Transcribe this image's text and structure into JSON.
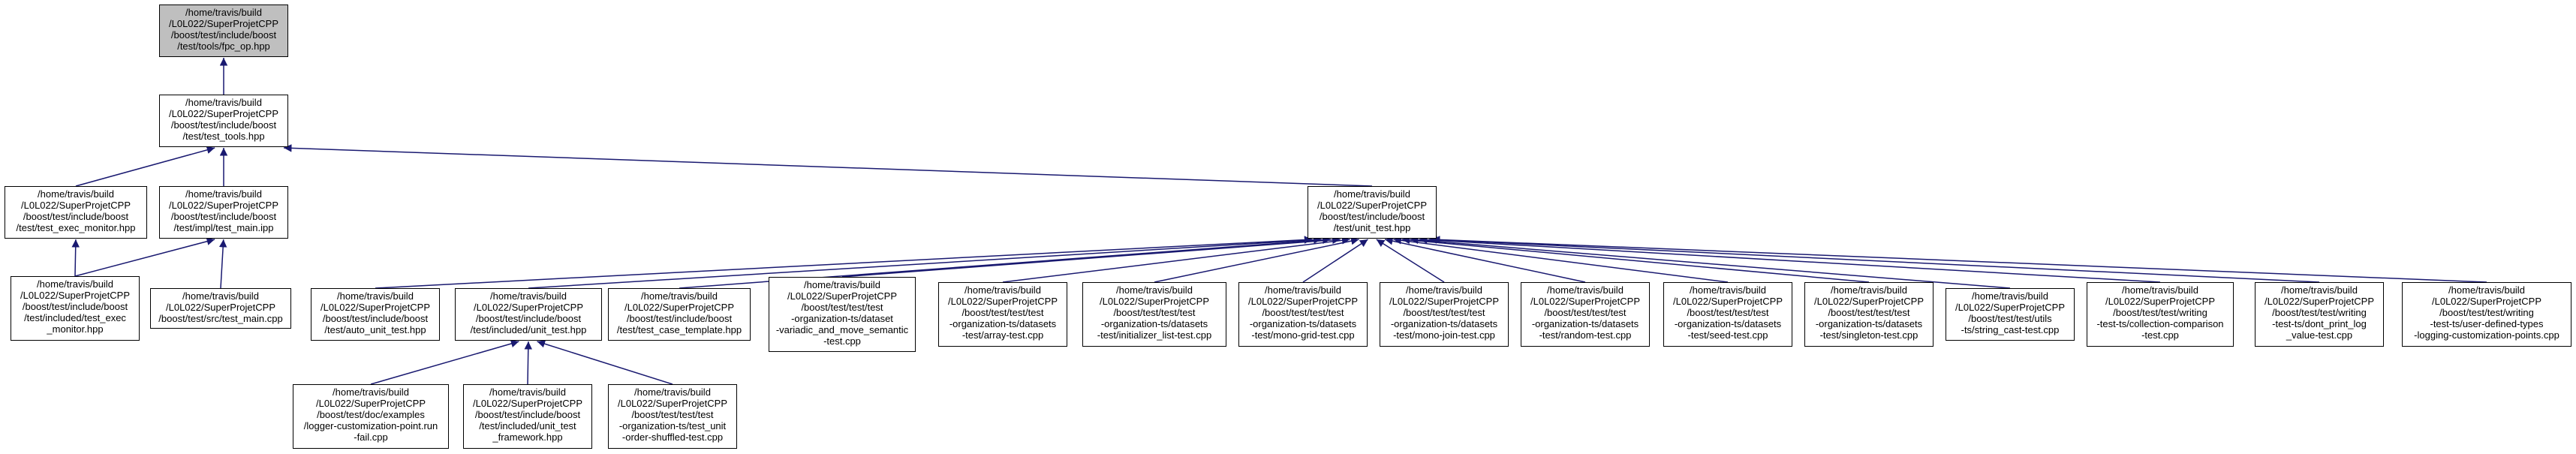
{
  "colors": {
    "edge": "#191970",
    "root_fill": "#bfbfbf",
    "node_fill": "#ffffff",
    "border": "#000000"
  },
  "nodes": [
    {
      "id": "tpc_op",
      "root": true,
      "lines": [
        "/home/travis/build",
        "/L0L022/SuperProjetCPP",
        "/boost/test/include/boost",
        "/test/tools/fpc_op.hpp"
      ]
    },
    {
      "id": "test_tools",
      "lines": [
        "/home/travis/build",
        "/L0L022/SuperProjetCPP",
        "/boost/test/include/boost",
        "/test/test_tools.hpp"
      ]
    },
    {
      "id": "test_exec_monitor",
      "lines": [
        "/home/travis/build",
        "/L0L022/SuperProjetCPP",
        "/boost/test/include/boost",
        "/test/test_exec_monitor.hpp"
      ]
    },
    {
      "id": "impl_test_main",
      "lines": [
        "/home/travis/build",
        "/L0L022/SuperProjetCPP",
        "/boost/test/include/boost",
        "/test/impl/test_main.ipp"
      ]
    },
    {
      "id": "unit_test",
      "lines": [
        "/home/travis/build",
        "/L0L022/SuperProjetCPP",
        "/boost/test/include/boost",
        "/test/unit_test.hpp"
      ]
    },
    {
      "id": "included_test_exec",
      "lines": [
        "/home/travis/build",
        "/L0L022/SuperProjetCPP",
        "/boost/test/include/boost",
        "/test/included/test_exec",
        "_monitor.hpp"
      ]
    },
    {
      "id": "src_test_main",
      "lines": [
        "/home/travis/build",
        "/L0L022/SuperProjetCPP",
        "/boost/test/src/test_main.cpp"
      ]
    },
    {
      "id": "auto_unit_test",
      "lines": [
        "/home/travis/build",
        "/L0L022/SuperProjetCPP",
        "/boost/test/include/boost",
        "/test/auto_unit_test.hpp"
      ]
    },
    {
      "id": "included_unit_test",
      "lines": [
        "/home/travis/build",
        "/L0L022/SuperProjetCPP",
        "/boost/test/include/boost",
        "/test/included/unit_test.hpp"
      ]
    },
    {
      "id": "test_case_template",
      "lines": [
        "/home/travis/build",
        "/L0L022/SuperProjetCPP",
        "/boost/test/include/boost",
        "/test/test_case_template.hpp"
      ]
    },
    {
      "id": "dataset_variadic",
      "lines": [
        "/home/travis/build",
        "/L0L022/SuperProjetCPP",
        "/boost/test/test/test",
        "-organization-ts/dataset",
        "-variadic_and_move_semantic",
        "-test.cpp"
      ]
    },
    {
      "id": "array_test",
      "lines": [
        "/home/travis/build",
        "/L0L022/SuperProjetCPP",
        "/boost/test/test/test",
        "-organization-ts/datasets",
        "-test/array-test.cpp"
      ]
    },
    {
      "id": "initializer_list_test",
      "lines": [
        "/home/travis/build",
        "/L0L022/SuperProjetCPP",
        "/boost/test/test/test",
        "-organization-ts/datasets",
        "-test/initializer_list-test.cpp"
      ]
    },
    {
      "id": "mono_grid_test",
      "lines": [
        "/home/travis/build",
        "/L0L022/SuperProjetCPP",
        "/boost/test/test/test",
        "-organization-ts/datasets",
        "-test/mono-grid-test.cpp"
      ]
    },
    {
      "id": "mono_join_test",
      "lines": [
        "/home/travis/build",
        "/L0L022/SuperProjetCPP",
        "/boost/test/test/test",
        "-organization-ts/datasets",
        "-test/mono-join-test.cpp"
      ]
    },
    {
      "id": "random_test",
      "lines": [
        "/home/travis/build",
        "/L0L022/SuperProjetCPP",
        "/boost/test/test/test",
        "-organization-ts/datasets",
        "-test/random-test.cpp"
      ]
    },
    {
      "id": "seed_test",
      "lines": [
        "/home/travis/build",
        "/L0L022/SuperProjetCPP",
        "/boost/test/test/test",
        "-organization-ts/datasets",
        "-test/seed-test.cpp"
      ]
    },
    {
      "id": "singleton_test",
      "lines": [
        "/home/travis/build",
        "/L0L022/SuperProjetCPP",
        "/boost/test/test/test",
        "-organization-ts/datasets",
        "-test/singleton-test.cpp"
      ]
    },
    {
      "id": "string_cast_test",
      "lines": [
        "/home/travis/build",
        "/L0L022/SuperProjetCPP",
        "/boost/test/test/utils",
        "-ts/string_cast-test.cpp"
      ]
    },
    {
      "id": "collection_comparison_test",
      "lines": [
        "/home/travis/build",
        "/L0L022/SuperProjetCPP",
        "/boost/test/test/writing",
        "-test-ts/collection-comparison",
        "-test.cpp"
      ]
    },
    {
      "id": "dont_print_log_value_test",
      "lines": [
        "/home/travis/build",
        "/L0L022/SuperProjetCPP",
        "/boost/test/test/writing",
        "-test-ts/dont_print_log",
        "_value-test.cpp"
      ]
    },
    {
      "id": "logging_customization_points",
      "lines": [
        "/home/travis/build",
        "/L0L022/SuperProjetCPP",
        "/boost/test/test/writing",
        "-test-ts/user-defined-types",
        "-logging-customization-points.cpp"
      ]
    },
    {
      "id": "logger_customization_point",
      "lines": [
        "/home/travis/build",
        "/L0L022/SuperProjetCPP",
        "/boost/test/doc/examples",
        "/logger-customization-point.run",
        "-fail.cpp"
      ]
    },
    {
      "id": "included_unit_test_framework",
      "lines": [
        "/home/travis/build",
        "/L0L022/SuperProjetCPP",
        "/boost/test/include/boost",
        "/test/included/unit_test",
        "_framework.hpp"
      ]
    },
    {
      "id": "test_unit_order_shuffled",
      "lines": [
        "/home/travis/build",
        "/L0L022/SuperProjetCPP",
        "/boost/test/test/test",
        "-organization-ts/test_unit",
        "-order-shuffled-test.cpp"
      ]
    }
  ],
  "edges": [
    [
      "test_tools",
      "tpc_op"
    ],
    [
      "test_exec_monitor",
      "test_tools"
    ],
    [
      "impl_test_main",
      "test_tools"
    ],
    [
      "unit_test",
      "test_tools"
    ],
    [
      "included_test_exec",
      "test_exec_monitor"
    ],
    [
      "included_test_exec",
      "impl_test_main"
    ],
    [
      "src_test_main",
      "impl_test_main"
    ],
    [
      "auto_unit_test",
      "unit_test"
    ],
    [
      "included_unit_test",
      "unit_test"
    ],
    [
      "test_case_template",
      "unit_test"
    ],
    [
      "dataset_variadic",
      "unit_test"
    ],
    [
      "array_test",
      "unit_test"
    ],
    [
      "initializer_list_test",
      "unit_test"
    ],
    [
      "mono_grid_test",
      "unit_test"
    ],
    [
      "mono_join_test",
      "unit_test"
    ],
    [
      "random_test",
      "unit_test"
    ],
    [
      "seed_test",
      "unit_test"
    ],
    [
      "singleton_test",
      "unit_test"
    ],
    [
      "string_cast_test",
      "unit_test"
    ],
    [
      "collection_comparison_test",
      "unit_test"
    ],
    [
      "dont_print_log_value_test",
      "unit_test"
    ],
    [
      "logging_customization_points",
      "unit_test"
    ],
    [
      "logger_customization_point",
      "included_unit_test"
    ],
    [
      "included_unit_test_framework",
      "included_unit_test"
    ],
    [
      "test_unit_order_shuffled",
      "included_unit_test"
    ]
  ]
}
